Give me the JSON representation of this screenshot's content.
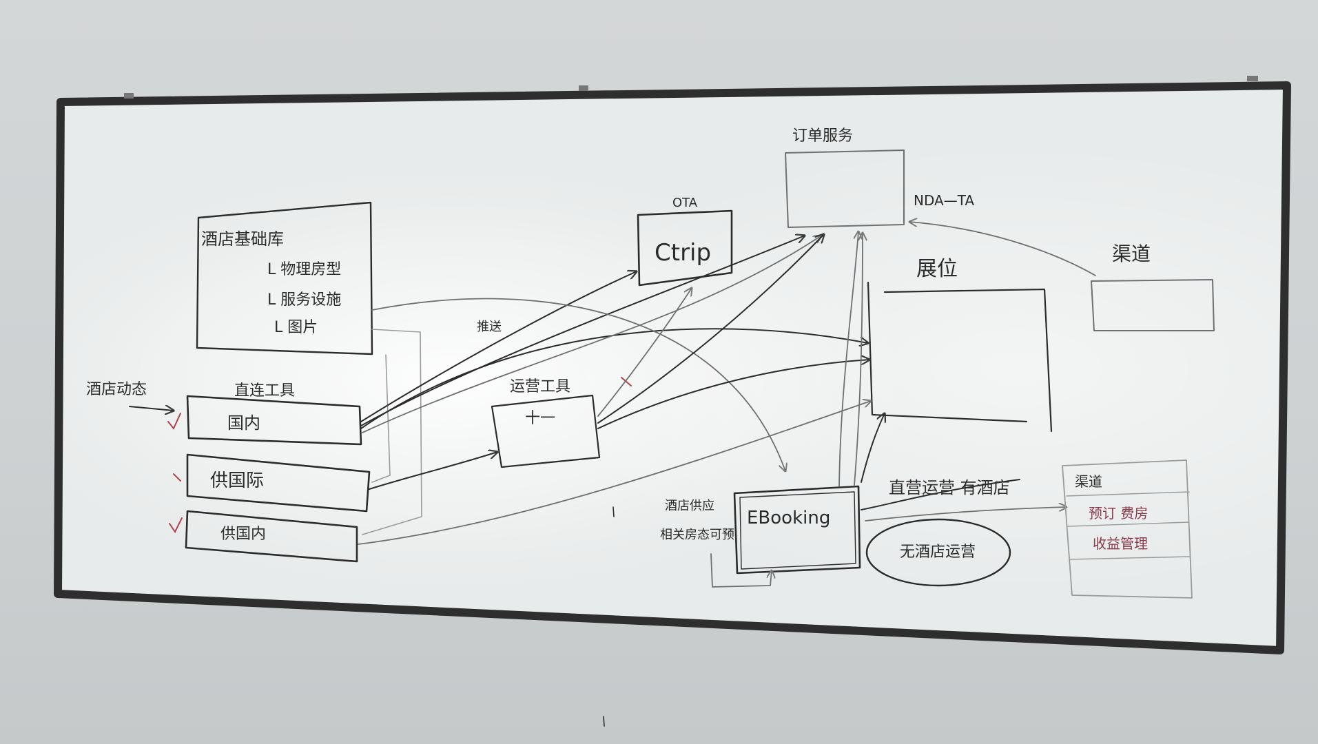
{
  "labels": {
    "hotel_db": "酒店基础库",
    "physical_room": "L 物理房型",
    "facilities": "L 服务设施",
    "images": "L 图片",
    "hotel_dynamic": "酒店动态",
    "direct_tool": "直连工具",
    "domestic": "国内",
    "supply_intl": "供国际",
    "supply_domestic": "供国内",
    "push": "推送",
    "ops_tool": "运营工具",
    "ops_tool_inner": "十一",
    "ota": "OTA",
    "ctrip": "Ctrip",
    "order_service": "订单服务",
    "nda_ta": "NDA—TA",
    "display": "展位",
    "channel": "渠道",
    "ebooking": "EBooking",
    "ebooking_note_1": "酒店供应",
    "ebooking_note_2": "相关房态可预",
    "direct_ops_hotel": "直营运营 有酒店",
    "no_hotel_ops": "无酒店运营",
    "panel_item_1": "渠道",
    "panel_item_2": "预订 费房",
    "panel_item_3": "收益管理"
  },
  "colors": {
    "board": "#e9ecec",
    "frame": "#2e2e2e",
    "ink": "#2b2b2b",
    "red_ink": "#b0404c",
    "purple_ink": "#8a3a4a"
  }
}
